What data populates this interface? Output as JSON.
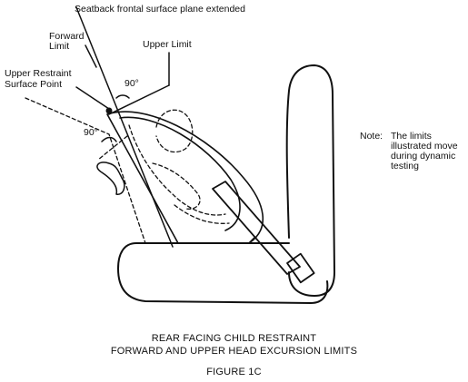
{
  "labels": {
    "seatback_plane": "Seatback frontal surface plane extended",
    "forward_limit_1": "Forward",
    "forward_limit_2": "Limit",
    "upper_limit": "Upper Limit",
    "upper_restraint_1": "Upper Restraint",
    "upper_restraint_2": "Surface Point",
    "angle_upper": "90°",
    "angle_forward": "90°"
  },
  "note": {
    "prefix": "Note:",
    "line1": "The limits",
    "line2": "illustrated move",
    "line3": "during dynamic",
    "line4": "testing"
  },
  "caption": {
    "line1": "REAR FACING CHILD RESTRAINT",
    "line2": "FORWARD AND UPPER HEAD EXCURSION LIMITS",
    "figure": "FIGURE 1C"
  }
}
